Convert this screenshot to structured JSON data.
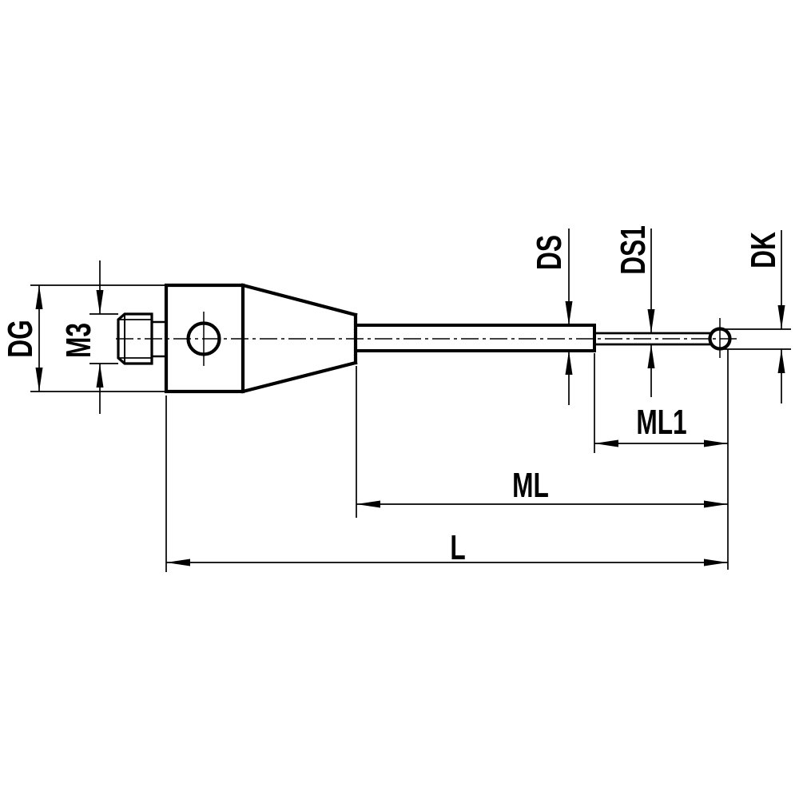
{
  "drawing": {
    "colors": {
      "line": "#000000",
      "background": "#ffffff"
    },
    "labels": {
      "dg": "DG",
      "m3": "M3",
      "ds": "DS",
      "ds1": "DS1",
      "dk": "DK",
      "ml1": "ML1",
      "ml": "ML",
      "l": "L"
    }
  }
}
